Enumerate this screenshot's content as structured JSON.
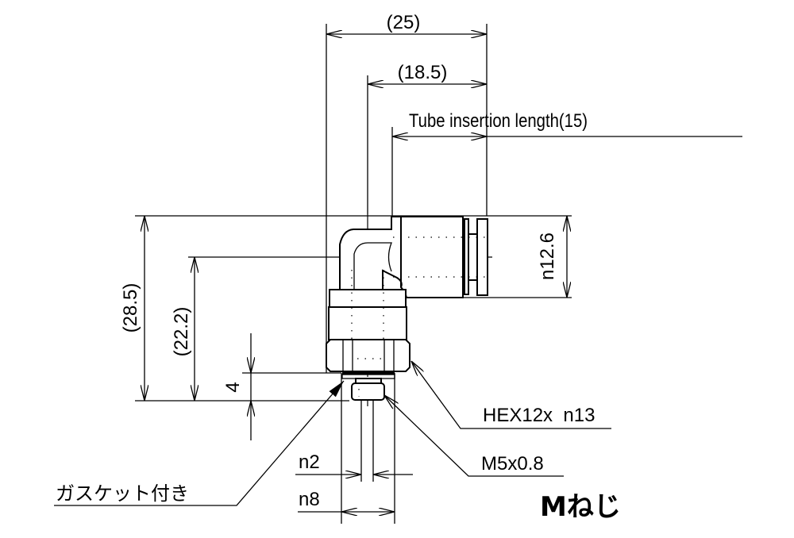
{
  "dimensions": {
    "overall_width": "(25)",
    "center_to_end": "(18.5)",
    "tube_insertion": "Tube insertion length(15)",
    "overall_height": "(28.5)",
    "center_height": "(22.2)",
    "thread_length": "4",
    "body_diameter": "n12.6",
    "hex": "HEX12x  n13",
    "thread": "M5x0.8",
    "inner_diameter": "n2",
    "gasket_diameter": "n8"
  },
  "notes": {
    "gasket": "ガスケット付き",
    "thread_type": "Mねじ"
  }
}
